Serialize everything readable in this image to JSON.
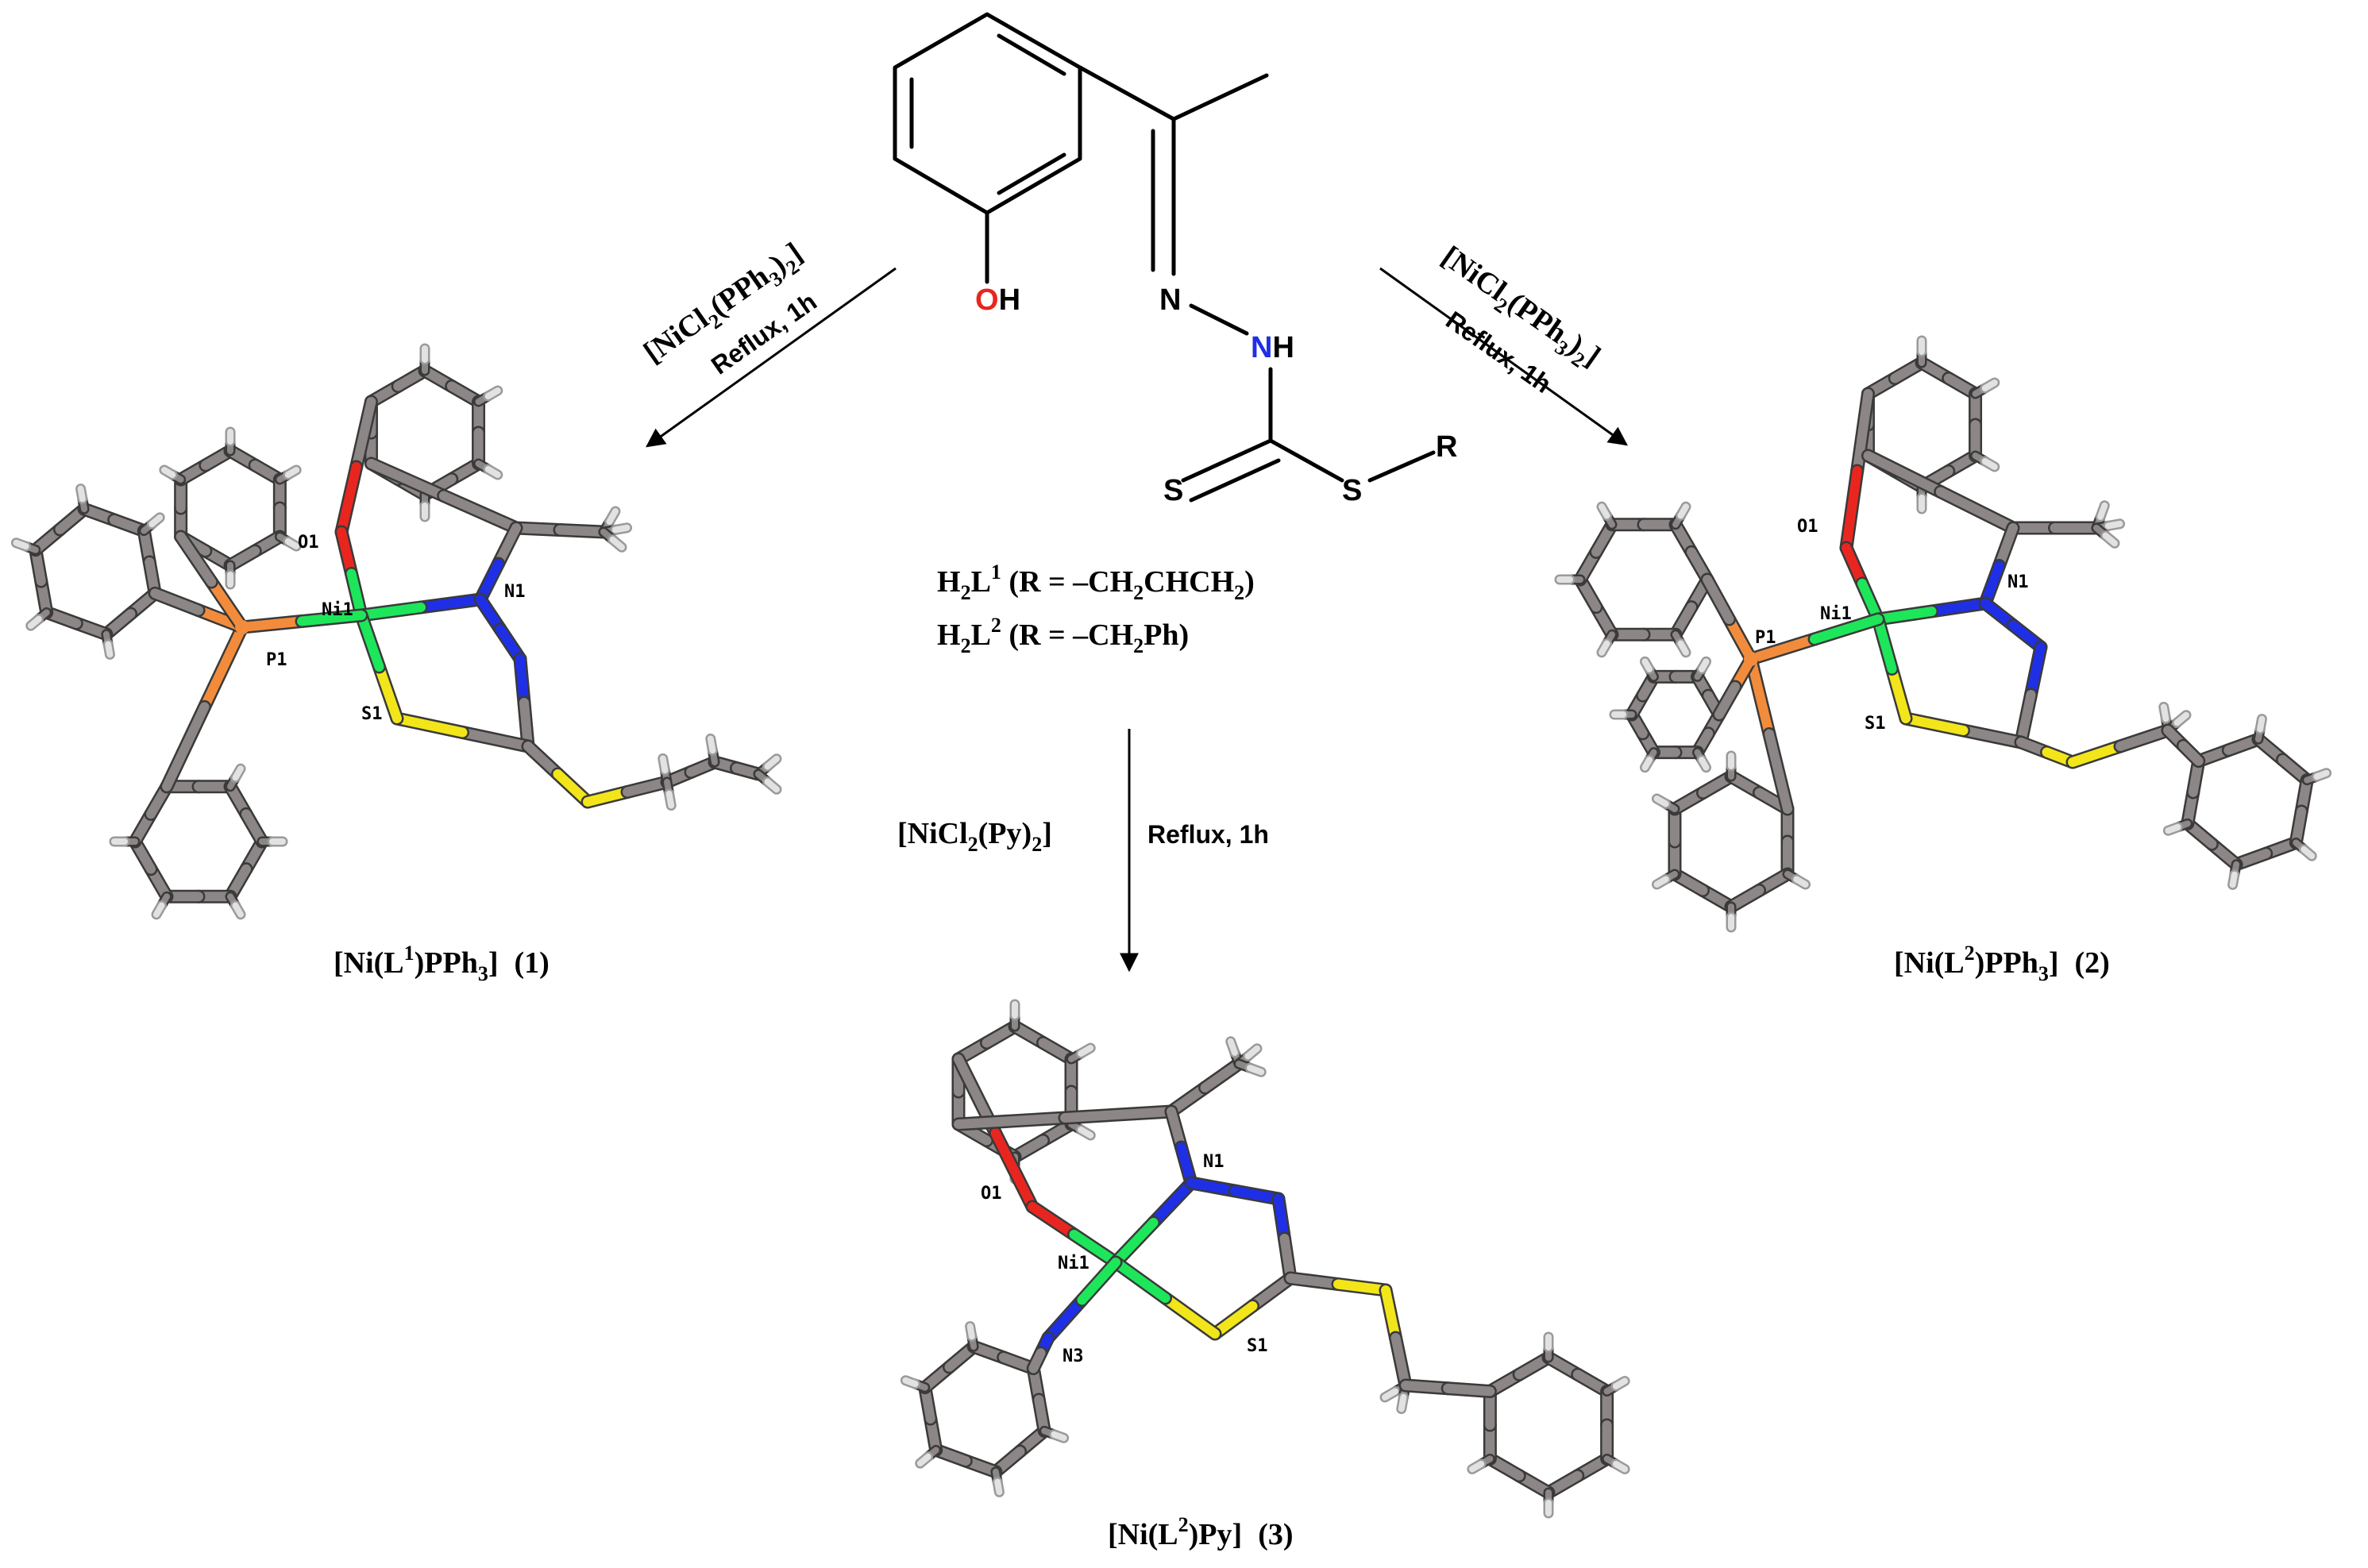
{
  "ligand": {
    "oh": "OH",
    "oh_o": "O",
    "oh_h": "H",
    "imine_n": "N",
    "nh": "NH",
    "nh_n": "N",
    "nh_h": "H",
    "thione_s": "S",
    "thioether_s": "S",
    "r_group": "R"
  },
  "ligand_defs": [
    {
      "prefix": "H",
      "sub1": "2",
      "mid": "L",
      "sup": "1",
      "rest": " (R = –CH",
      "sub2": "2",
      "mid2": "CHCH",
      "sub3": "2",
      "end": ")"
    },
    {
      "prefix": "H",
      "sub1": "2",
      "mid": "L",
      "sup": "2",
      "rest": " (R = –CH",
      "sub2": "2",
      "mid2": "Ph",
      "sub3": "",
      "end": ")"
    }
  ],
  "arrows": {
    "left": {
      "reagent": "[NiCl",
      "reagent_sub": "2",
      "reagent_mid": "(PPh",
      "reagent_sub2": "3",
      "reagent_end": ")",
      "reagent_sub3": "2",
      "reagent_close": "]",
      "condition": "Reflux, 1h"
    },
    "right": {
      "reagent": "[NiCl",
      "reagent_sub": "2",
      "reagent_mid": "(PPh",
      "reagent_sub2": "3",
      "reagent_end": ")",
      "reagent_sub3": "2",
      "reagent_close": "]",
      "condition": "Reflux, 1h"
    },
    "down": {
      "reagent": "[NiCl",
      "reagent_sub": "2",
      "reagent_mid": "(Py)",
      "reagent_sub2": "2",
      "reagent_close": "]",
      "condition": "Reflux, 1h"
    }
  },
  "complexes": [
    {
      "name_a": "[Ni(L",
      "sup": "1",
      "name_b": ")PPh",
      "sub": "3",
      "name_c": "]",
      "number": "(1)",
      "atoms": {
        "o": "O1",
        "ni": "Ni1",
        "n": "N1",
        "p": "P1",
        "s": "S1"
      }
    },
    {
      "name_a": "[Ni(L",
      "sup": "2",
      "name_b": ")PPh",
      "sub": "3",
      "name_c": "]",
      "number": "(2)",
      "atoms": {
        "o": "O1",
        "ni": "Ni1",
        "n": "N1",
        "p": "P1",
        "s": "S1"
      }
    },
    {
      "name_a": "[Ni(L",
      "sup": "2",
      "name_b": ")Py]",
      "sub": "",
      "name_c": "",
      "number": "(3)",
      "atoms": {
        "o": "O1",
        "ni": "Ni1",
        "n": "N1",
        "n3": "N3",
        "s": "S1"
      }
    }
  ],
  "atom_colors": {
    "carbon": "#8c8686",
    "oxygen": "#e8261f",
    "nitrogen": "#1f2fe6",
    "sulfur": "#f2e61a",
    "nickel": "#1ee65a",
    "phosphorus": "#f28c3c",
    "hydrogen": "#e2e2e2"
  }
}
